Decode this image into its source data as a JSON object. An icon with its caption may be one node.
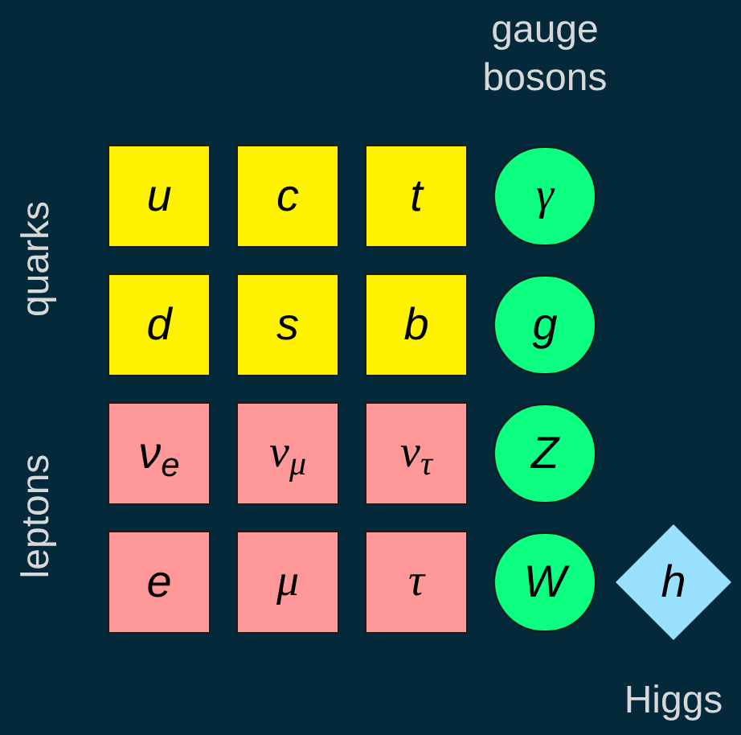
{
  "diagram": {
    "nodes": [
      {
        "text": [
          "u"
        ]
      },
      {
        "text": [
          "c"
        ]
      },
      {
        "text": [
          "t"
        ]
      },
      {
        "text": [
          "γ"
        ]
      },
      {
        "text": [
          "d"
        ]
      },
      {
        "text": [
          "s"
        ]
      },
      {
        "text": [
          "b"
        ]
      },
      {
        "text": [
          "g"
        ]
      },
      {
        "text": [
          "ν$_{e}$"
        ]
      },
      {
        "text": [
          "ν$_{μ}$"
        ]
      },
      {
        "text": [
          "ν$_{τ}$"
        ]
      },
      {
        "text": [
          "Z"
        ]
      },
      {
        "text": [
          "e"
        ]
      },
      {
        "text": [
          "μ"
        ]
      },
      {
        "text": [
          "τ"
        ]
      },
      {
        "text": [
          "W"
        ]
      },
      {
        "text": [
          "h"
        ]
      }
    ],
    "labels": [
      "gauge bosons",
      "quarks",
      "leptons",
      "Higgs"
    ]
  }
}
